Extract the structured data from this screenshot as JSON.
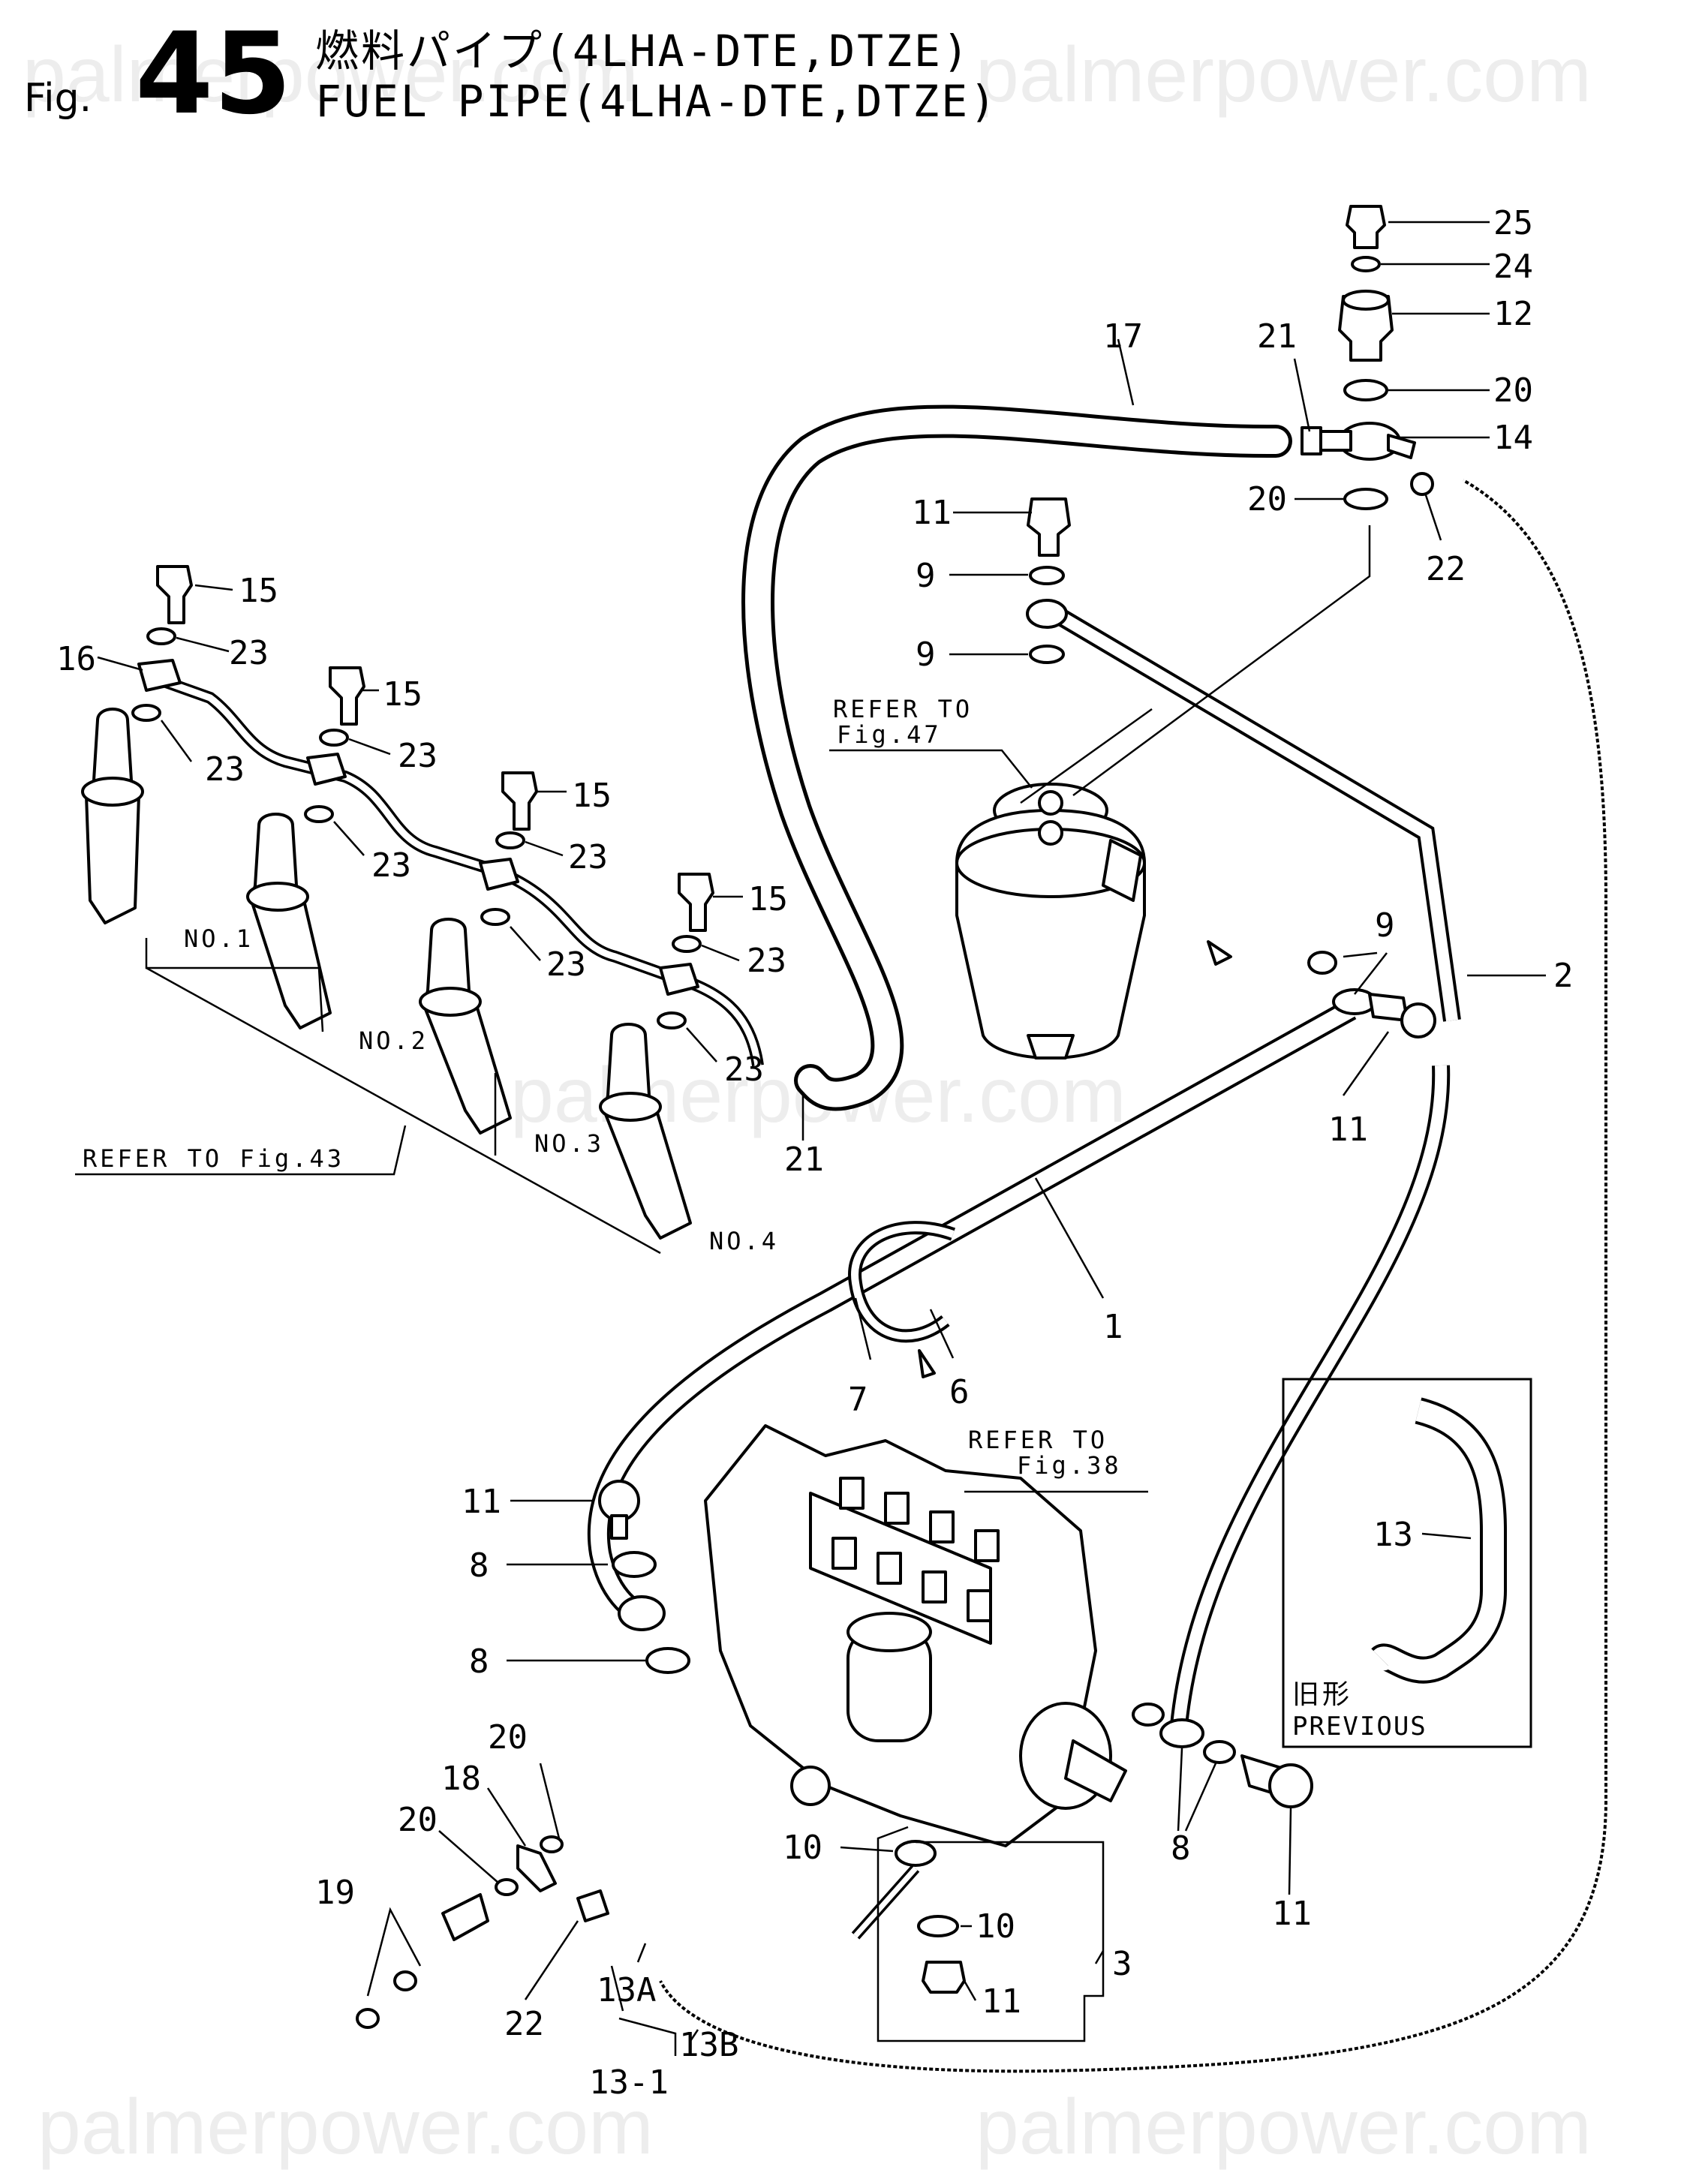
{
  "header": {
    "fig_prefix": "Fig.",
    "fig_number": "45",
    "title_jp": "燃料パイプ(4LHA-DTE,DTZE)",
    "title_en": "FUEL PIPE(4LHA-DTE,DTZE)"
  },
  "watermarks": [
    "palmerpower.com",
    "palmerpower.com",
    "palmerpower.com",
    "palmerpower.com",
    "palmerpower.com"
  ],
  "refs": {
    "fig47_line1": "REFER TO",
    "fig47_line2": "Fig.47",
    "fig43": "REFER TO Fig.43",
    "fig38_line1": "REFER TO",
    "fig38_line2": "Fig.38"
  },
  "injectors": {
    "no1": "NO.1",
    "no2": "NO.2",
    "no3": "NO.3",
    "no4": "NO.4"
  },
  "inset": {
    "label_jp": "旧形",
    "label_en": "PREVIOUS"
  },
  "callouts": {
    "c25": "25",
    "c24": "24",
    "c12": "12",
    "c20a": "20",
    "c14": "14",
    "c21a": "21",
    "c17": "17",
    "c20b": "20",
    "c22a": "22",
    "c11a": "11",
    "c9a": "9",
    "c9b": "9",
    "c15a": "15",
    "c23a": "23",
    "c16": "16",
    "c23b": "23",
    "c15b": "15",
    "c23c": "23",
    "c15c": "15",
    "c23d": "23",
    "c23e": "23",
    "c15d": "15",
    "c23f": "23",
    "c23g": "23",
    "c23h": "23",
    "c21b": "21",
    "c9c": "9",
    "c2": "2",
    "c11b": "11",
    "c1": "1",
    "c7": "7",
    "c6": "6",
    "c11c": "11",
    "c8a": "8",
    "c8b": "8",
    "c13": "13",
    "c20c": "20",
    "c18": "18",
    "c20d": "20",
    "c19": "19",
    "c10a": "10",
    "c10b": "10",
    "c3": "3",
    "c11d": "11",
    "c8c": "8",
    "c11e": "11",
    "c22b": "22",
    "c13a": "13A",
    "c13b": "13B",
    "c13_1": "13-1"
  }
}
